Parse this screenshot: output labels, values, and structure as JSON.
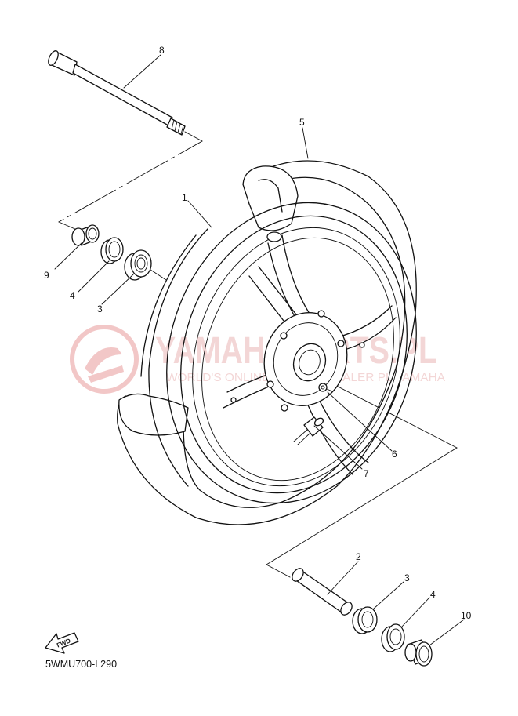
{
  "watermark": {
    "title": "YAMAHAPARTS.PL",
    "subtitle": "WORLD'S ONLINE YAMAHA DEALER PL YAMAHA",
    "color": "#f2c7c7"
  },
  "diagram_code": "5WMU700-L290",
  "fwd_label": "FWD",
  "callouts": {
    "c1": "1",
    "c2": "2",
    "c3a": "3",
    "c3b": "3",
    "c4a": "4",
    "c4b": "4",
    "c5": "5",
    "c6": "6",
    "c7": "7",
    "c8": "8",
    "c9": "9",
    "c10": "10"
  },
  "parts": [
    {
      "no": "1",
      "part": "wheel",
      "icon": "cast-wheel-icon"
    },
    {
      "no": "2",
      "part": "spacer",
      "icon": "spacer-tube-icon"
    },
    {
      "no": "3",
      "part": "bearing",
      "icon": "bearing-icon"
    },
    {
      "no": "4",
      "part": "oil seal",
      "icon": "oil-seal-icon"
    },
    {
      "no": "5",
      "part": "tire",
      "icon": "tire-icon"
    },
    {
      "no": "6",
      "part": "disc bolt",
      "icon": "bolt-icon"
    },
    {
      "no": "7",
      "part": "valve",
      "icon": "valve-icon"
    },
    {
      "no": "8",
      "part": "axle",
      "icon": "axle-icon"
    },
    {
      "no": "9",
      "part": "collar",
      "icon": "collar-icon"
    },
    {
      "no": "10",
      "part": "collar",
      "icon": "collar-icon"
    }
  ]
}
